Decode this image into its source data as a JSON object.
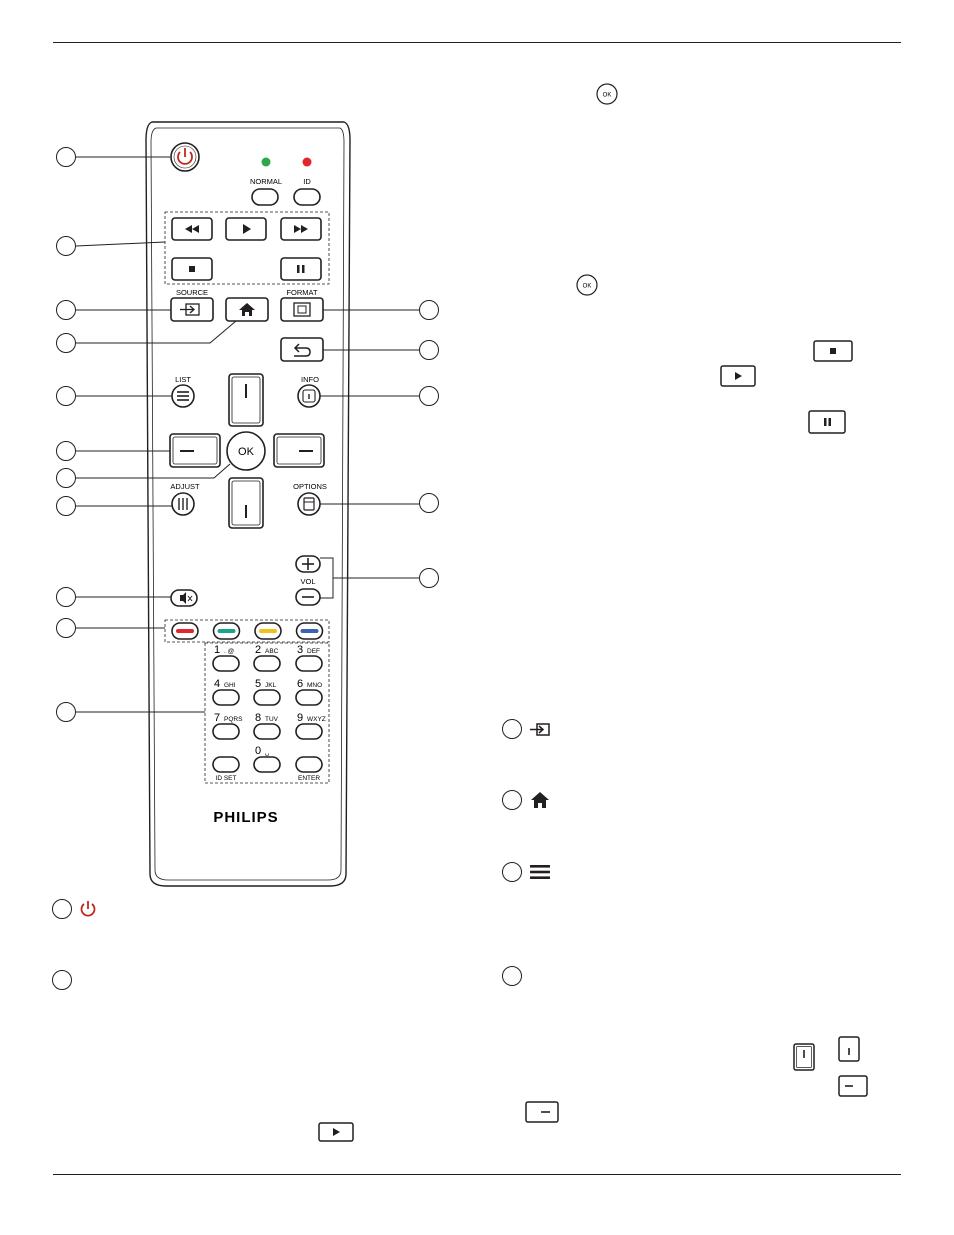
{
  "remote": {
    "labels": {
      "normal": "NORMAL",
      "id": "ID",
      "source": "SOURCE",
      "format": "FORMAT",
      "list": "LIST",
      "info": "INFO",
      "ok": "OK",
      "adjust": "ADJUST",
      "options": "OPTIONS",
      "vol": "VOL",
      "id_set": "ID SET",
      "enter": "ENTER",
      "brand": "PHILIPS"
    },
    "keypad": [
      {
        "digit": "1",
        "letters": ". @"
      },
      {
        "digit": "2",
        "letters": "ABC"
      },
      {
        "digit": "3",
        "letters": "DEF"
      },
      {
        "digit": "4",
        "letters": "GHI"
      },
      {
        "digit": "5",
        "letters": "JKL"
      },
      {
        "digit": "6",
        "letters": "MNO"
      },
      {
        "digit": "7",
        "letters": "PQRS"
      },
      {
        "digit": "8",
        "letters": "TUV"
      },
      {
        "digit": "9",
        "letters": "WXYZ"
      },
      {
        "digit": "0",
        "letters": "␣"
      }
    ],
    "led_colors": {
      "normal": "#2aa84a",
      "id": "#e3262b"
    },
    "color_keys": [
      "#e3262b",
      "#19a58c",
      "#f2c21b",
      "#3b63b3"
    ]
  },
  "icons": {
    "power": "power-icon",
    "source": "source-input-icon",
    "home": "home-icon",
    "list": "list-icon",
    "ok": "ok-button-icon",
    "stop": "stop-icon",
    "play": "play-icon",
    "pause": "pause-icon",
    "up": "up-arrow-button-icon",
    "down": "down-arrow-button-icon",
    "left": "left-arrow-button-icon",
    "right": "right-arrow-button-icon"
  },
  "colors": {
    "power_red": "#c0281e",
    "text": "#231f20"
  }
}
